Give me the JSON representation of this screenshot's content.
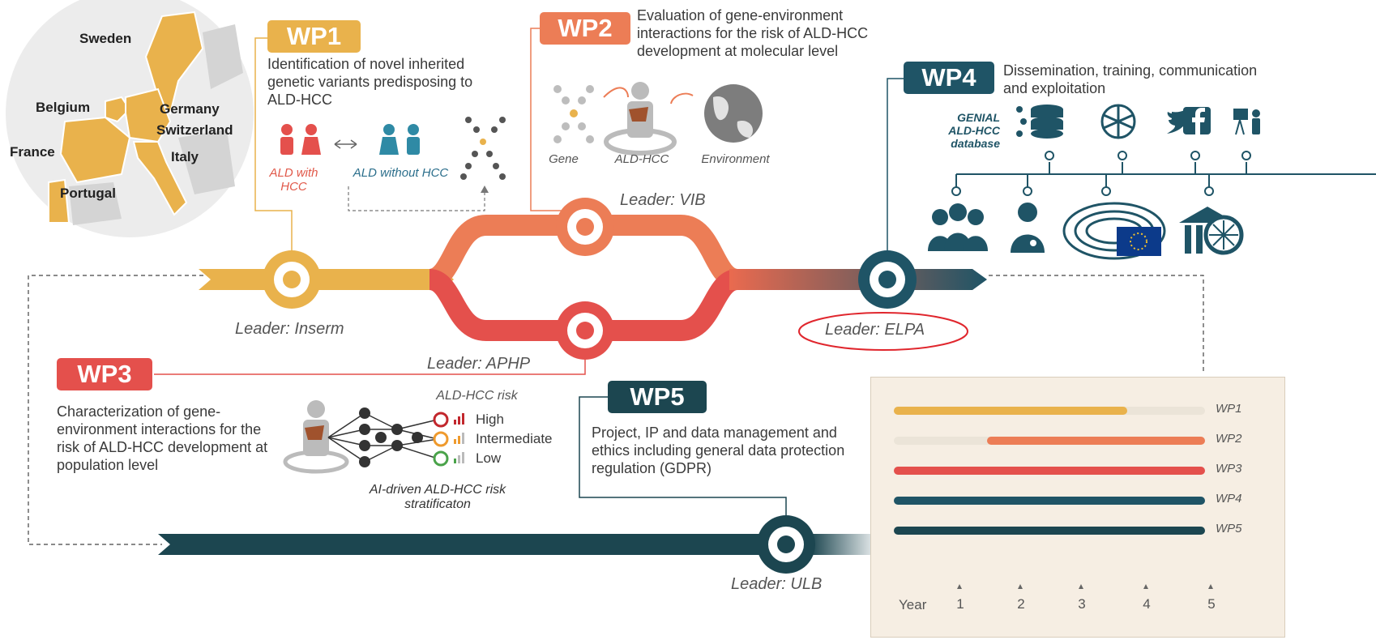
{
  "map": {
    "countries": [
      "Sweden",
      "Belgium",
      "Germany",
      "Switzerland",
      "France",
      "Italy",
      "Portugal"
    ]
  },
  "wp1": {
    "badge": "WP1",
    "description": "Identification of novel inherited genetic variants predisposing to ALD-HCC",
    "label_with": "ALD with HCC",
    "label_without": "ALD without HCC",
    "leader": "Leader: Inserm",
    "color": "#e9b24c"
  },
  "wp2": {
    "badge": "WP2",
    "description": "Evaluation of gene-environment interactions for the risk of ALD-HCC development at molecular level",
    "icon_labels": [
      "Gene",
      "ALD-HCC",
      "Environment"
    ],
    "leader": "Leader: VIB",
    "color": "#ec7d56"
  },
  "wp3": {
    "badge": "WP3",
    "description": "Characterization of gene-environment interactions for the risk of ALD-HCC development at population level",
    "risk_title": "ALD-HCC risk",
    "risk_levels": [
      "High",
      "Intermediate",
      "Low"
    ],
    "risk_caption": "AI-driven ALD-HCC risk stratificaton",
    "leader": "Leader: APHP",
    "color": "#e4504c"
  },
  "wp4": {
    "badge": "WP4",
    "description": "Dissemination, training, communication and exploitation",
    "database_label": "GENIAL ALD-HCC database",
    "leader": "Leader: ELPA",
    "color": "#1f5466"
  },
  "wp5": {
    "badge": "WP5",
    "description": "Project, IP and data management and ethics including general data protection regulation (GDPR)",
    "leader": "Leader: ULB",
    "color": "#1c4650"
  },
  "timeline": {
    "year_label": "Year",
    "years": [
      "1",
      "2",
      "3",
      "4",
      "5"
    ],
    "bars": [
      {
        "label": "WP1",
        "start": 0,
        "end": 3.75,
        "color": "#e9b24c"
      },
      {
        "label": "WP2",
        "start": 1.5,
        "end": 5,
        "color": "#ec7d56"
      },
      {
        "label": "WP3",
        "start": 0,
        "end": 5,
        "color": "#e4504c"
      },
      {
        "label": "WP4",
        "start": 0,
        "end": 5,
        "color": "#1f5466"
      },
      {
        "label": "WP5",
        "start": 0,
        "end": 5,
        "color": "#1c4650"
      }
    ]
  }
}
